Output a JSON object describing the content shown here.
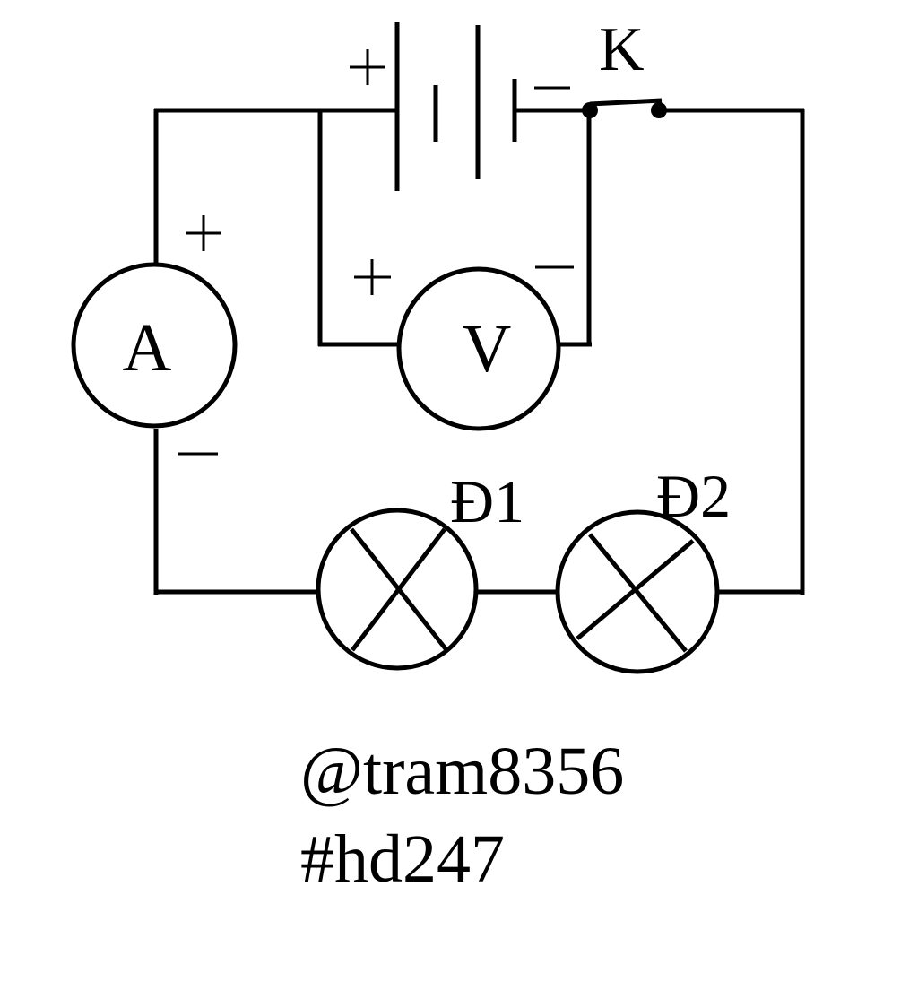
{
  "diagram": {
    "type": "electric-circuit",
    "switch_label": "K",
    "ammeter_label": "A",
    "voltmeter_label": "V",
    "lamps": [
      {
        "label": "Đ1"
      },
      {
        "label": "Đ2"
      }
    ],
    "polarity": {
      "plus": "+",
      "minus": "−"
    }
  },
  "watermark": {
    "line1": "@tram8356",
    "line2": "#hd247"
  },
  "colors": {
    "ink": "#000000",
    "background": "#ffffff"
  }
}
